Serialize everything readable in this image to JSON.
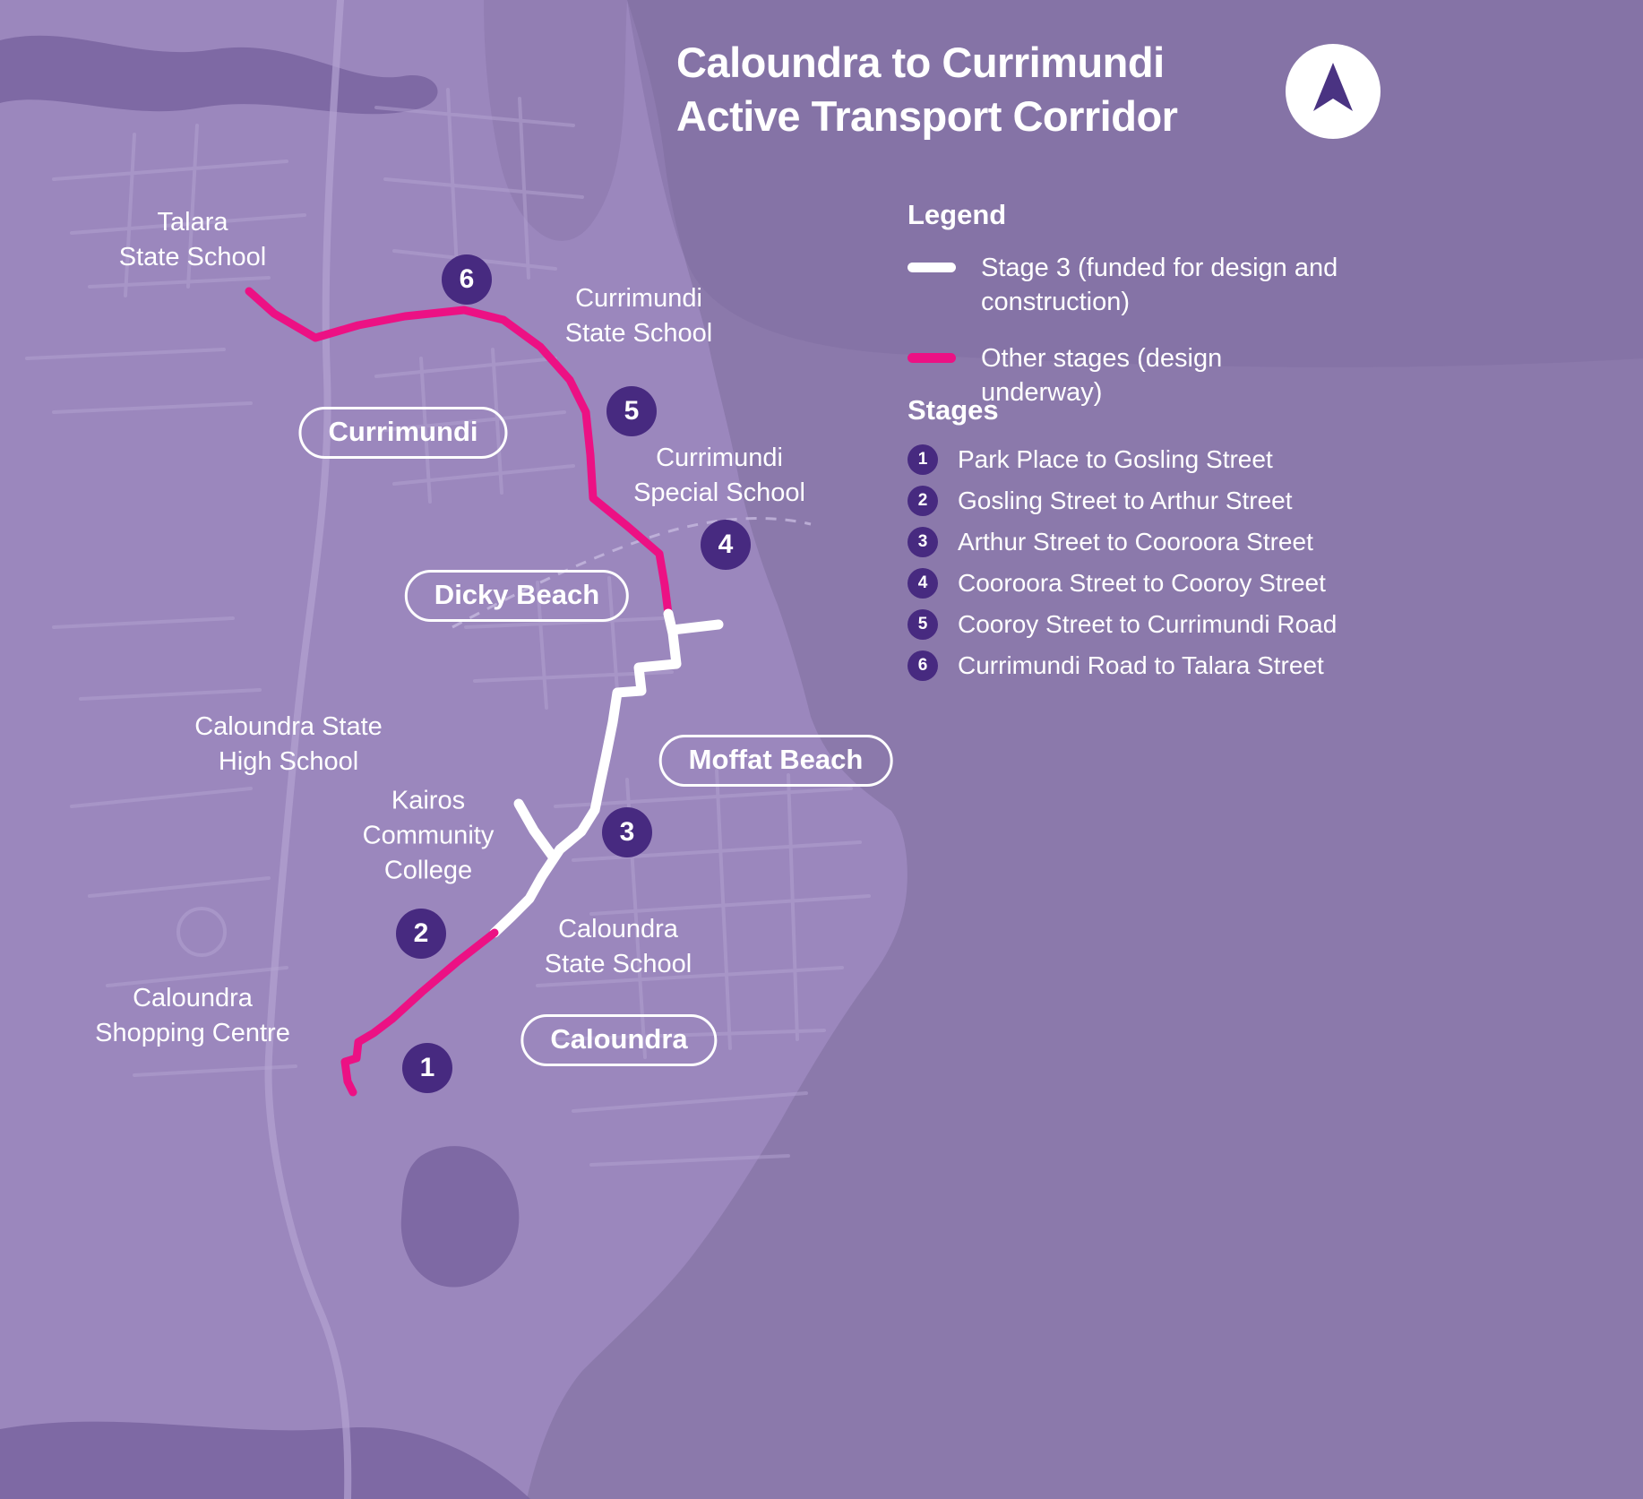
{
  "title": {
    "line1": "Caloundra to Currimundi",
    "line2": "Active Transport Corridor"
  },
  "legend": {
    "heading": "Legend",
    "items": [
      {
        "label": "Stage 3 (funded for design and construction)",
        "color": "#ffffff"
      },
      {
        "label": "Other stages (design underway)",
        "color": "#ec1184"
      }
    ]
  },
  "stages": {
    "heading": "Stages",
    "items": [
      {
        "num": "1",
        "label": "Park Place to Gosling Street"
      },
      {
        "num": "2",
        "label": "Gosling Street to Arthur Street"
      },
      {
        "num": "3",
        "label": "Arthur Street to Cooroora Street"
      },
      {
        "num": "4",
        "label": "Cooroora Street to Cooroy Street"
      },
      {
        "num": "5",
        "label": "Cooroy Street to Currimundi Road"
      },
      {
        "num": "6",
        "label": "Currimundi Road to Talara Street"
      }
    ]
  },
  "map": {
    "places": [
      {
        "name": "Talara\nState School"
      },
      {
        "name": "Currimundi\nState School"
      },
      {
        "name": "Currimundi\nSpecial School"
      },
      {
        "name": "Caloundra State\nHigh School"
      },
      {
        "name": "Kairos\nCommunity\nCollege"
      },
      {
        "name": "Caloundra\nState School"
      },
      {
        "name": "Caloundra\nShopping Centre"
      }
    ],
    "suburbs": [
      {
        "name": "Currimundi"
      },
      {
        "name": "Dicky Beach"
      },
      {
        "name": "Moffat Beach"
      },
      {
        "name": "Caloundra"
      }
    ],
    "markers": [
      {
        "num": "1"
      },
      {
        "num": "2"
      },
      {
        "num": "3"
      },
      {
        "num": "4"
      },
      {
        "num": "5"
      },
      {
        "num": "6"
      }
    ]
  },
  "colors": {
    "land": "#9b87bd",
    "ocean": "#8b79ab",
    "ocean_deep": "#7f6da0",
    "water": "#7b66a1",
    "roads": "#b3a3d2",
    "route_pink": "#ec1184",
    "route_white": "#ffffff",
    "marker_bg": "#472a80",
    "text": "#ffffff"
  }
}
